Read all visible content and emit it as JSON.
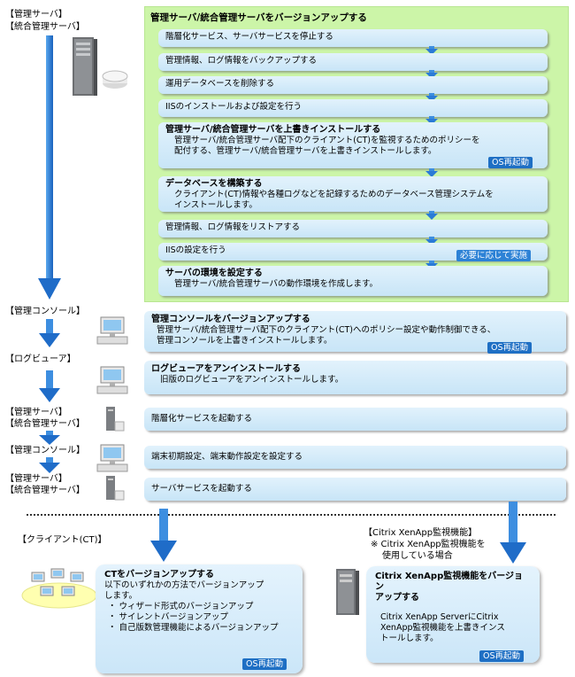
{
  "labels": {
    "server_top": [
      "【管理サーバ】",
      "【統合管理サーバ】"
    ],
    "console1": "【管理コンソール】",
    "logviewer": "【ログビューア】",
    "server2": [
      "【管理サーバ】",
      "【統合管理サーバ】"
    ],
    "console2": "【管理コンソール】",
    "server3": [
      "【管理サーバ】",
      "【統合管理サーバ】"
    ],
    "client": "【クライアント(CT)】",
    "citrix": "【Citrix XenApp監視機能】",
    "citrix_note": [
      "※ Citrix XenApp監視機能を",
      "使用している場合"
    ]
  },
  "server_panel": {
    "title": "管理サーバ/統合管理サーバをバージョンアップする",
    "steps": [
      {
        "title": "階層化サービス、サーバサービスを停止する"
      },
      {
        "title": "管理情報、ログ情報をバックアップする"
      },
      {
        "title": "運用データベースを削除する"
      },
      {
        "title": "IISのインストールおよび設定を行う"
      },
      {
        "title": "管理サーバ/統合管理サーバを上書きインストールする",
        "desc": [
          "管理サーバ/統合管理サーバ配下のクライアント(CT)を監視するためのポリシーを",
          "配付する、管理サーバ/統合管理サーバを上書きインストールします。"
        ],
        "badge": "OS再起動"
      },
      {
        "title": "データベースを構築する",
        "desc": [
          "クライアント(CT)情報や各種ログなどを記録するためのデータベース管理システムを",
          "インストールします。"
        ]
      },
      {
        "title": "管理情報、ログ情報をリストアする"
      },
      {
        "title": "IISの設定を行う",
        "badge": "必要に応じて実施"
      },
      {
        "title": "サーバの環境を設定する",
        "desc": [
          "管理サーバ/統合管理サーバの動作環境を作成します。"
        ]
      }
    ]
  },
  "flow": [
    {
      "title": "管理コンソールをバージョンアップする",
      "desc": [
        "管理サーバ/統合管理サーバ配下のクライアント(CT)へのポリシー設定や動作制御できる、",
        "管理コンソールを上書きインストールします。"
      ],
      "badge": "OS再起動"
    },
    {
      "title": "ログビューアをアンインストールする",
      "desc": [
        "旧版のログビューアをアンインストールします。"
      ]
    },
    {
      "title": "階層化サービスを起動する"
    },
    {
      "title": "端末初期設定、端末動作設定を設定する"
    },
    {
      "title": "サーバサービスを起動する"
    }
  ],
  "client_box": {
    "title": "CTをバージョンアップする",
    "lines": [
      "以下のいずれかの方法でバージョンアップ",
      "します。",
      "・ ウィザード形式のバージョンアップ",
      "・ サイレントバージョンアップ",
      "・ 自己版数管理機能によるバージョンアップ"
    ],
    "badge": "OS再起動"
  },
  "citrix_box": {
    "title": [
      "Citrix XenApp監視機能をバージョン",
      "アップする"
    ],
    "lines": [
      "Citrix XenApp ServerにCitrix",
      "XenApp監視機能を上書きインス",
      "トールします。"
    ],
    "badge": "OS再起動"
  },
  "colors": {
    "panel": "#ccf5a8",
    "box": "#d4ebf9",
    "arrow": "#2b7bd6",
    "badge": "#1e6fc4"
  }
}
